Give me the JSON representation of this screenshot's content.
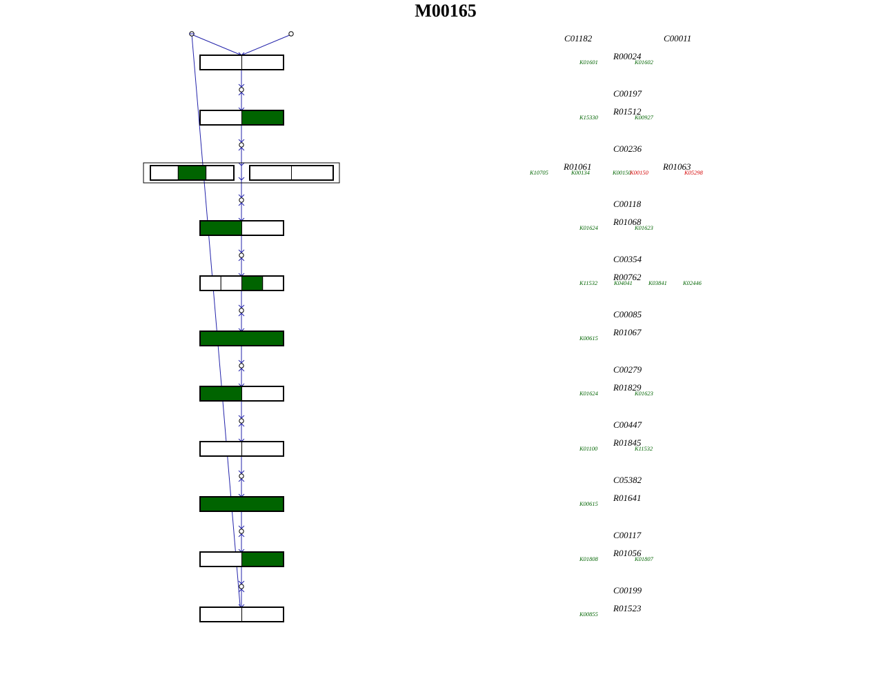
{
  "title": "M00165",
  "colors": {
    "present": "#006400",
    "absent": "#ffffff",
    "border": "#000000",
    "flow": "#2222aa",
    "ko_normal": "#006400",
    "ko_highlight": "#d40000"
  },
  "steps": [
    {
      "segments": [
        false,
        false
      ]
    },
    {
      "segments": [
        false,
        true
      ]
    },
    {
      "groups": [
        {
          "segments": [
            false,
            true,
            false
          ]
        },
        {
          "segments": [
            false,
            false
          ]
        }
      ]
    },
    {
      "segments": [
        true,
        false
      ]
    },
    {
      "segments": [
        false,
        false,
        true,
        false
      ]
    },
    {
      "segments": [
        true
      ]
    },
    {
      "segments": [
        true,
        false
      ]
    },
    {
      "segments": [
        false,
        false
      ]
    },
    {
      "segments": [
        true
      ]
    },
    {
      "segments": [
        false,
        true
      ]
    },
    {
      "segments": [
        false,
        false
      ]
    }
  ],
  "top_compounds": [
    "C01182",
    "C00011"
  ],
  "compounds": [
    "C00197",
    "C00236",
    "C00118",
    "C00354",
    "C00085",
    "C00279",
    "C00447",
    "C05382",
    "C00117",
    "C00199"
  ],
  "reactions": [
    {
      "ids": [
        "R00024"
      ],
      "kos": [
        {
          "id": "K01601",
          "hl": false
        },
        {
          "id": "K01602",
          "hl": false
        }
      ]
    },
    {
      "ids": [
        "R01512"
      ],
      "kos": [
        {
          "id": "K15330",
          "hl": false
        },
        {
          "id": "K00927",
          "hl": false
        }
      ]
    },
    {
      "ids": [
        "R01061",
        "R01063"
      ],
      "kos": [
        {
          "id": "K10705",
          "hl": false
        },
        {
          "id": "K00134",
          "hl": false
        },
        {
          "id": "K00150",
          "hl": false
        },
        {
          "id": "K00150",
          "hl": true
        },
        {
          "id": "K05298",
          "hl": true
        }
      ]
    },
    {
      "ids": [
        "R01068"
      ],
      "kos": [
        {
          "id": "K01624",
          "hl": false
        },
        {
          "id": "K01623",
          "hl": false
        }
      ]
    },
    {
      "ids": [
        "R00762"
      ],
      "kos": [
        {
          "id": "K11532",
          "hl": false
        },
        {
          "id": "K04041",
          "hl": false
        },
        {
          "id": "K03841",
          "hl": false
        },
        {
          "id": "K02446",
          "hl": false
        }
      ]
    },
    {
      "ids": [
        "R01067"
      ],
      "kos": [
        {
          "id": "K00615",
          "hl": false
        }
      ]
    },
    {
      "ids": [
        "R01829"
      ],
      "kos": [
        {
          "id": "K01624",
          "hl": false
        },
        {
          "id": "K01623",
          "hl": false
        }
      ]
    },
    {
      "ids": [
        "R01845"
      ],
      "kos": [
        {
          "id": "K01100",
          "hl": false
        },
        {
          "id": "K11532",
          "hl": false
        }
      ]
    },
    {
      "ids": [
        "R01641"
      ],
      "kos": [
        {
          "id": "K00615",
          "hl": false
        }
      ]
    },
    {
      "ids": [
        "R01056"
      ],
      "kos": [
        {
          "id": "K01808",
          "hl": false
        },
        {
          "id": "K01807",
          "hl": false
        }
      ]
    },
    {
      "ids": [
        "R01523"
      ],
      "kos": [
        {
          "id": "K00855",
          "hl": false
        }
      ]
    }
  ]
}
